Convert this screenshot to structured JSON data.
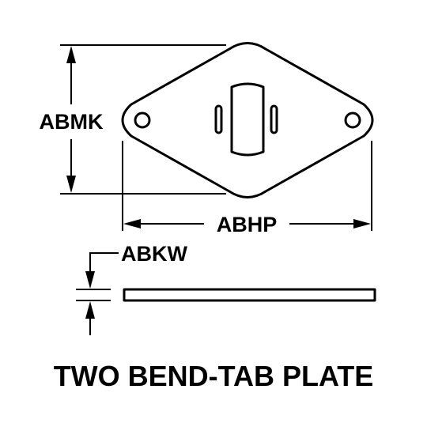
{
  "diagram": {
    "title": "TWO BEND-TAB PLATE",
    "dimensions": {
      "height_label": "ABMK",
      "length_label": "ABHP",
      "thickness_label": "ABKW"
    },
    "colors": {
      "line": "#000000",
      "background": "#ffffff"
    }
  }
}
